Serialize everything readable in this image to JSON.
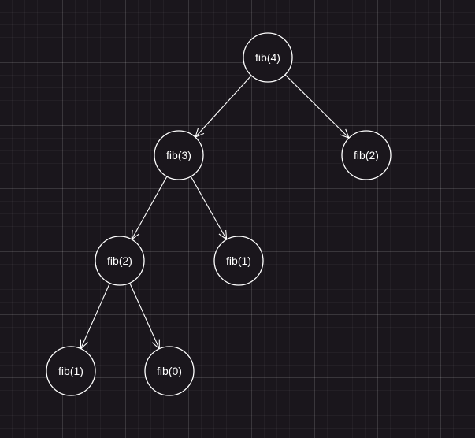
{
  "colors": {
    "background": "#1a161c",
    "stroke": "#ffffff",
    "text": "#ffffff"
  },
  "nodes": [
    {
      "id": "n1",
      "label": "fib(4)"
    },
    {
      "id": "n2",
      "label": "fib(3)"
    },
    {
      "id": "n3",
      "label": "fib(2)"
    },
    {
      "id": "n4",
      "label": "fib(2)"
    },
    {
      "id": "n5",
      "label": "fib(1)"
    },
    {
      "id": "n6",
      "label": "fib(1)"
    },
    {
      "id": "n7",
      "label": "fib(0)"
    }
  ],
  "edges": [
    {
      "from": "n1",
      "to": "n2"
    },
    {
      "from": "n1",
      "to": "n3"
    },
    {
      "from": "n2",
      "to": "n4"
    },
    {
      "from": "n2",
      "to": "n5"
    },
    {
      "from": "n4",
      "to": "n6"
    },
    {
      "from": "n4",
      "to": "n7"
    }
  ]
}
